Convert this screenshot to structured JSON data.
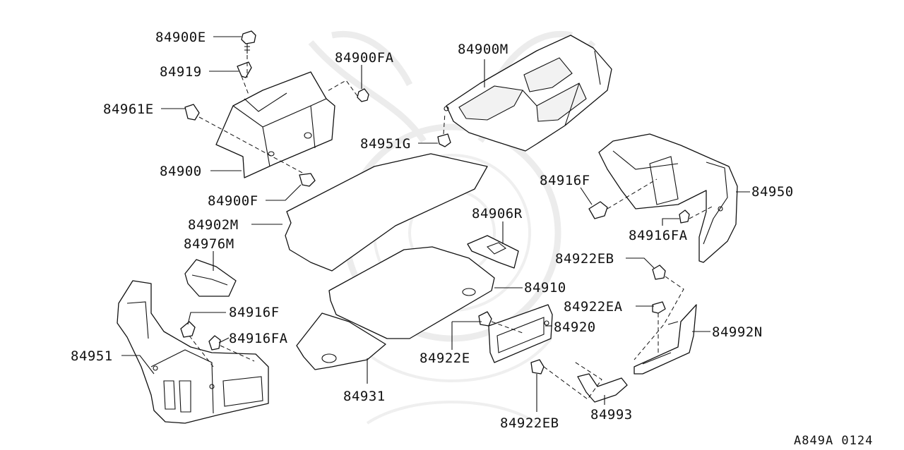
{
  "diagram": {
    "code": "A849A 0124",
    "labels": {
      "p84900E": "84900E",
      "p84919": "84919",
      "p84900FA": "84900FA",
      "p84961E": "84961E",
      "p84900": "84900",
      "p84900F": "84900F",
      "p84900M": "84900M",
      "p84951G": "84951G",
      "p84916F_top": "84916F",
      "p84950": "84950",
      "p84916FA_top": "84916FA",
      "p84902M": "84902M",
      "p84906R": "84906R",
      "p84976M": "84976M",
      "p84922EB_top": "84922EB",
      "p84910": "84910",
      "p84916F_left": "84916F",
      "p84922EA": "84922EA",
      "p84916FA_left": "84916FA",
      "p84920": "84920",
      "p84992N": "84992N",
      "p84951": "84951",
      "p84922E": "84922E",
      "p84931": "84931",
      "p84993": "84993",
      "p84922EB_bottom": "84922EB"
    }
  }
}
